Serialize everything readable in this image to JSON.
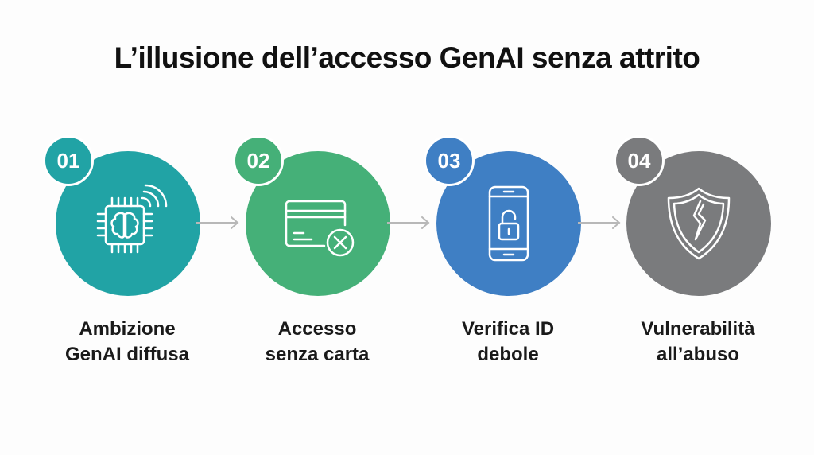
{
  "title": "L’illusione dell’accesso GenAI senza attrito",
  "steps": [
    {
      "number": "01",
      "line1": "Ambizione",
      "line2": "GenAI diffusa",
      "icon": "brain-chip-icon",
      "color": "#21a3a5"
    },
    {
      "number": "02",
      "line1": "Accesso",
      "line2": "senza carta",
      "icon": "card-cancel-icon",
      "color": "#45b078"
    },
    {
      "number": "03",
      "line1": "Verifica ID",
      "line2": "debole",
      "icon": "phone-unlock-icon",
      "color": "#3f7fc4"
    },
    {
      "number": "04",
      "line1": "Vulnerabilità",
      "line2": "all’abuso",
      "icon": "broken-shield-icon",
      "color": "#7a7b7d"
    }
  ],
  "arrow_color": "#b8b8b8"
}
